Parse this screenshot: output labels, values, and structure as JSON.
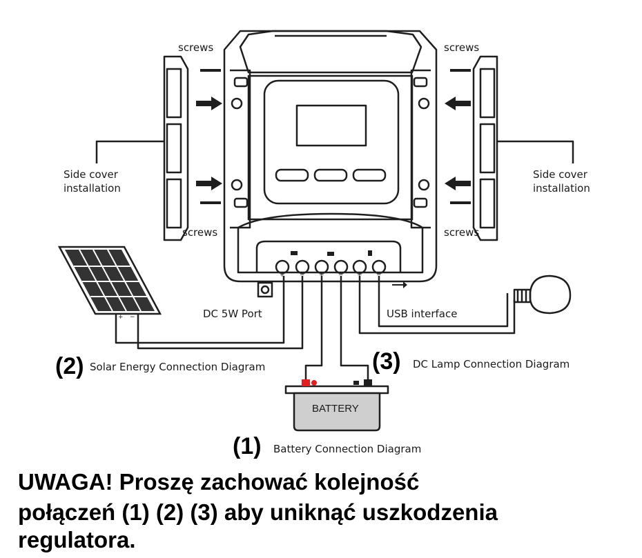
{
  "labels": {
    "screws_tl": "screws",
    "screws_tr": "screws",
    "screws_bl": "screws",
    "screws_br": "screws",
    "side_cover_left_1": "Side cover",
    "side_cover_left_2": "installation",
    "side_cover_right_1": "Side cover",
    "side_cover_right_2": "installation",
    "dc_port": "DC 5W Port",
    "usb": "USB interface",
    "battery": "BATTERY"
  },
  "terminals": [
    "+",
    "−",
    "+",
    "−",
    "+",
    "−"
  ],
  "solar_panel_terminals": [
    "+",
    "−"
  ],
  "diagrams": {
    "solar_num": "(2)",
    "solar_text": "Solar Energy Connection Diagram",
    "lamp_num": "(3)",
    "lamp_text": "DC Lamp Connection Diagram",
    "battery_num": "(1)",
    "battery_text": "Battery Connection Diagram"
  },
  "warning": {
    "line1": "UWAGA! Proszę zachować kolejność",
    "line2": "połączeń (1) (2) (3) aby uniknąć uszkodzenia",
    "line3": "regulatora."
  },
  "colors": {
    "line": "#1e1e1e",
    "battery_fill": "#cfcfcf",
    "battery_positive": "#e02020"
  },
  "icons": [
    "screw-icon",
    "arrow-right-icon",
    "arrow-left-icon",
    "solar-icon",
    "battery-icon",
    "bulb-icon",
    "usb-icon",
    "lcd-screen",
    "menu-button-icon",
    "up-button-icon",
    "down-button-icon"
  ]
}
